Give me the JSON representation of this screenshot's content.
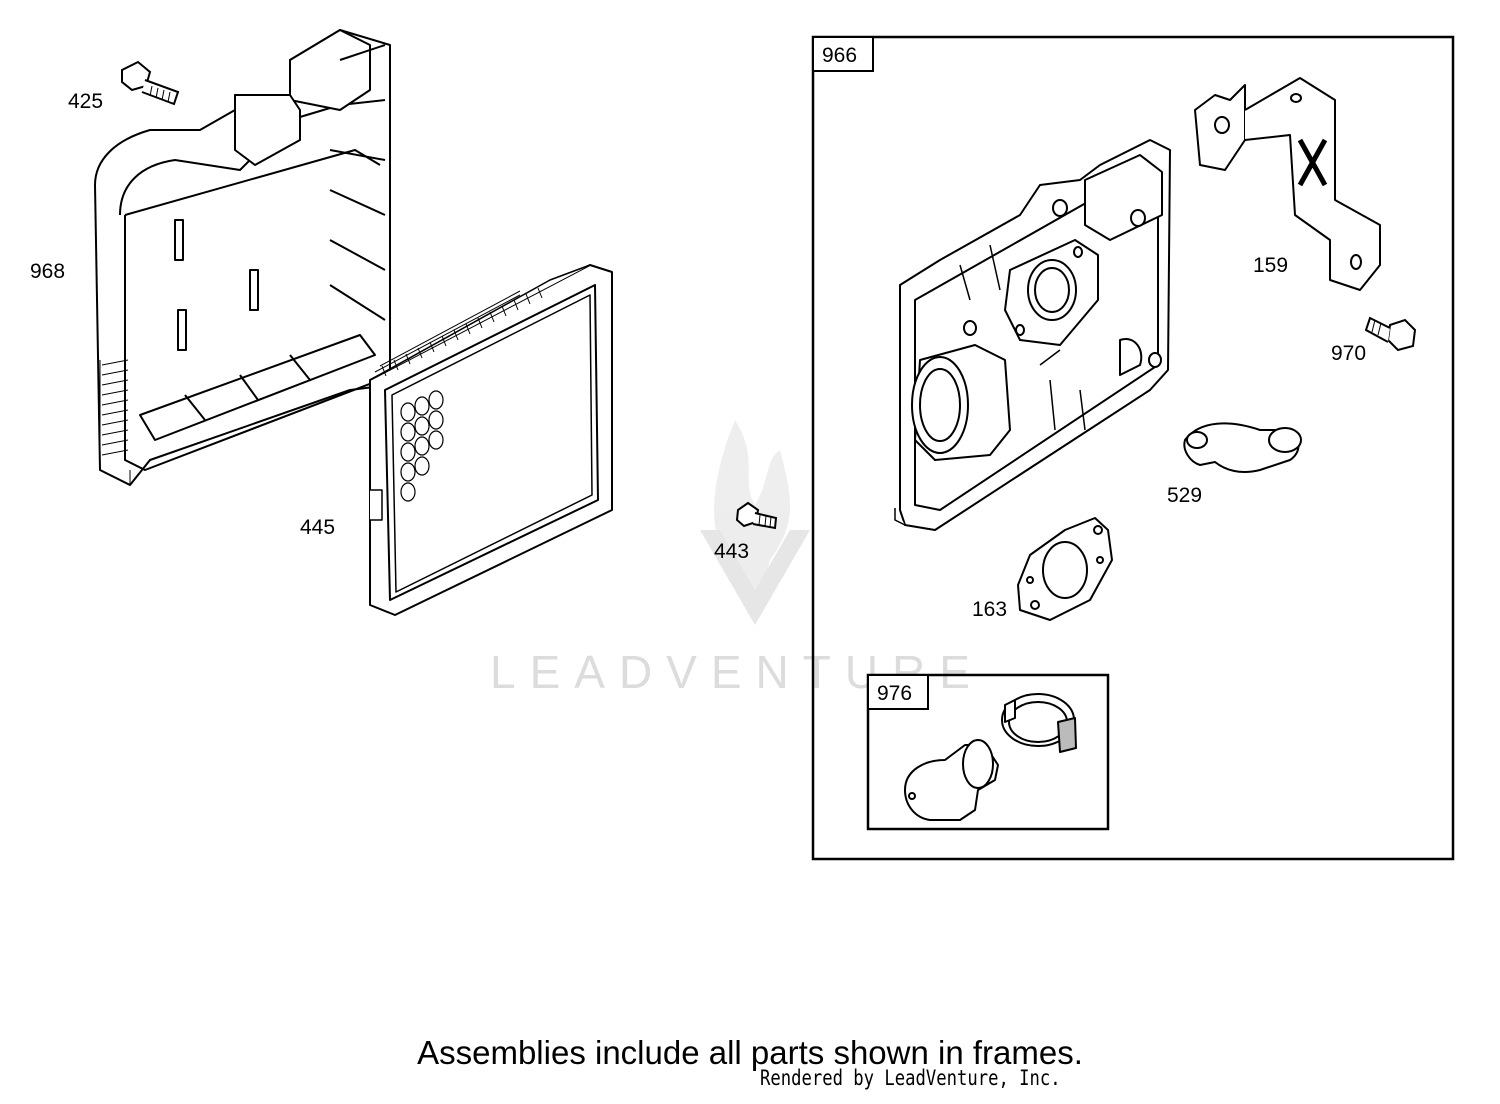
{
  "watermark": {
    "text": "LEADVENTURE"
  },
  "frames": [
    {
      "id": "frame-966",
      "label": "966"
    },
    {
      "id": "frame-976",
      "label": "976"
    }
  ],
  "callouts": {
    "p425": "425",
    "p968": "968",
    "p445": "445",
    "p443": "443",
    "p159": "159",
    "p970": "970",
    "p529": "529",
    "p163": "163"
  },
  "footer": {
    "caption": "Assemblies include all parts shown in frames.",
    "credit": "Rendered by LeadVenture, Inc."
  }
}
